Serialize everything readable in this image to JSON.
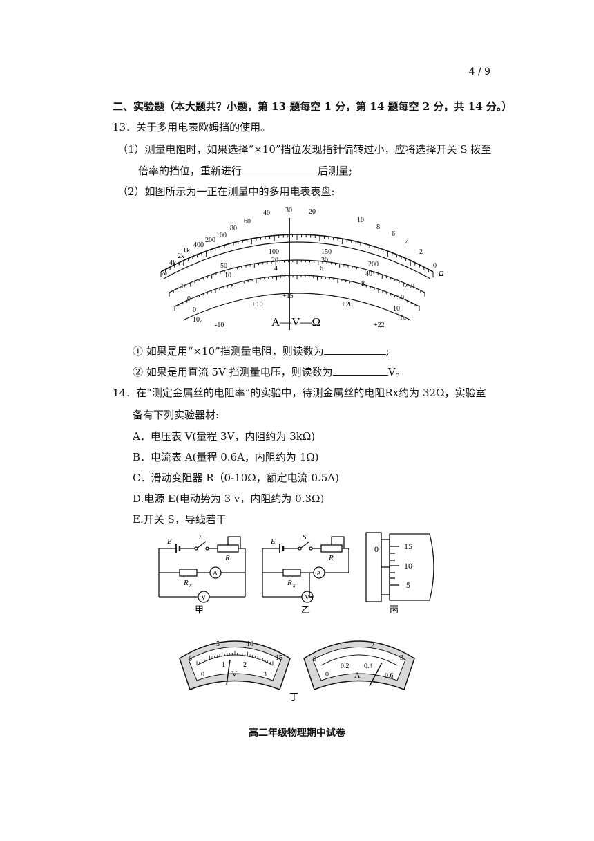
{
  "page_number": "4 / 9",
  "section_title": "二、实验题（本大题共？小题，第 13 题每空 1 分，第 14 题每空 2 分，共 14 分。）",
  "q13": {
    "stem": "13．关于多用电表欧姆挡的使用。",
    "p1a": "（1）测量电阻时，如果选择“×10”挡位发现指针偏转过小，应将选择开关 S 拨至",
    "p1b_pre": "倍率的挡位，重新进行",
    "p1b_post": "后测量;",
    "p2": "（2）如图所示为一正在测量中的多用电表表盘:",
    "s1_pre": "① 如果是用“×10”挡测量电阻，则读数为",
    "s1_post": ";",
    "s2_pre": "② 如果是用直流 5V 挡测量电压，则读数为",
    "s2_post": "V。"
  },
  "q14": {
    "stem1": "14．在“测定金属丝的电阻率”的实验中，待测金属丝的电阻Rx约为 32Ω，实验室",
    "stem2": "备有下列实验器材:",
    "items": [
      "A．电压表 V(量程 3V，内阻约为 3kΩ)",
      "B．电流表 A(量程 0.6A，内阻约为 1Ω)",
      "C．滑动变阻器 R（0-10Ω，额定电流 0.5A)",
      "D.电源 E(电动势为 3 v，内阻约为 0.3Ω)",
      "E.开关 S，导线若干"
    ]
  },
  "meter": {
    "ohm_labels": [
      "∞",
      "4k",
      "2k",
      "1k",
      "400",
      "200",
      "100",
      "80",
      "60",
      "40",
      "30",
      "20",
      "10",
      "8",
      "6",
      "4",
      "2",
      "0"
    ],
    "ohm_unit": "Ω",
    "v_outer": [
      "0",
      "50",
      "100",
      "150",
      "200",
      "250"
    ],
    "v_mid": [
      "0",
      "10",
      "20",
      "30",
      "40",
      "50"
    ],
    "v_inner": [
      "0",
      "2",
      "4",
      "6",
      "8",
      "10"
    ],
    "db_labels": [
      "-10",
      "+10",
      "+15",
      "+20",
      "+22"
    ],
    "x_mark": "10ᵥ",
    "title": "A—V—Ω"
  },
  "circuits": {
    "labels": {
      "E": "E",
      "S": "S",
      "R": "R",
      "Rx": "R",
      "Rx_sub": "x",
      "A": "A",
      "V": "V"
    },
    "jia": "甲",
    "yi": "乙",
    "bing": "丙",
    "ding": "丁",
    "micrometer_labels": [
      "0",
      "15",
      "10",
      "5"
    ]
  },
  "meters2": {
    "v_top": [
      "0",
      "5",
      "10",
      "15"
    ],
    "v_bottom": [
      "0",
      "1",
      "2",
      "3"
    ],
    "v_unit": "V",
    "a_top": [
      "0",
      "1",
      "2",
      "3"
    ],
    "a_bottom": [
      "0",
      "0.2",
      "0.4",
      "0.6"
    ],
    "a_unit": "A"
  },
  "footer": "高二年级物理期中试卷"
}
